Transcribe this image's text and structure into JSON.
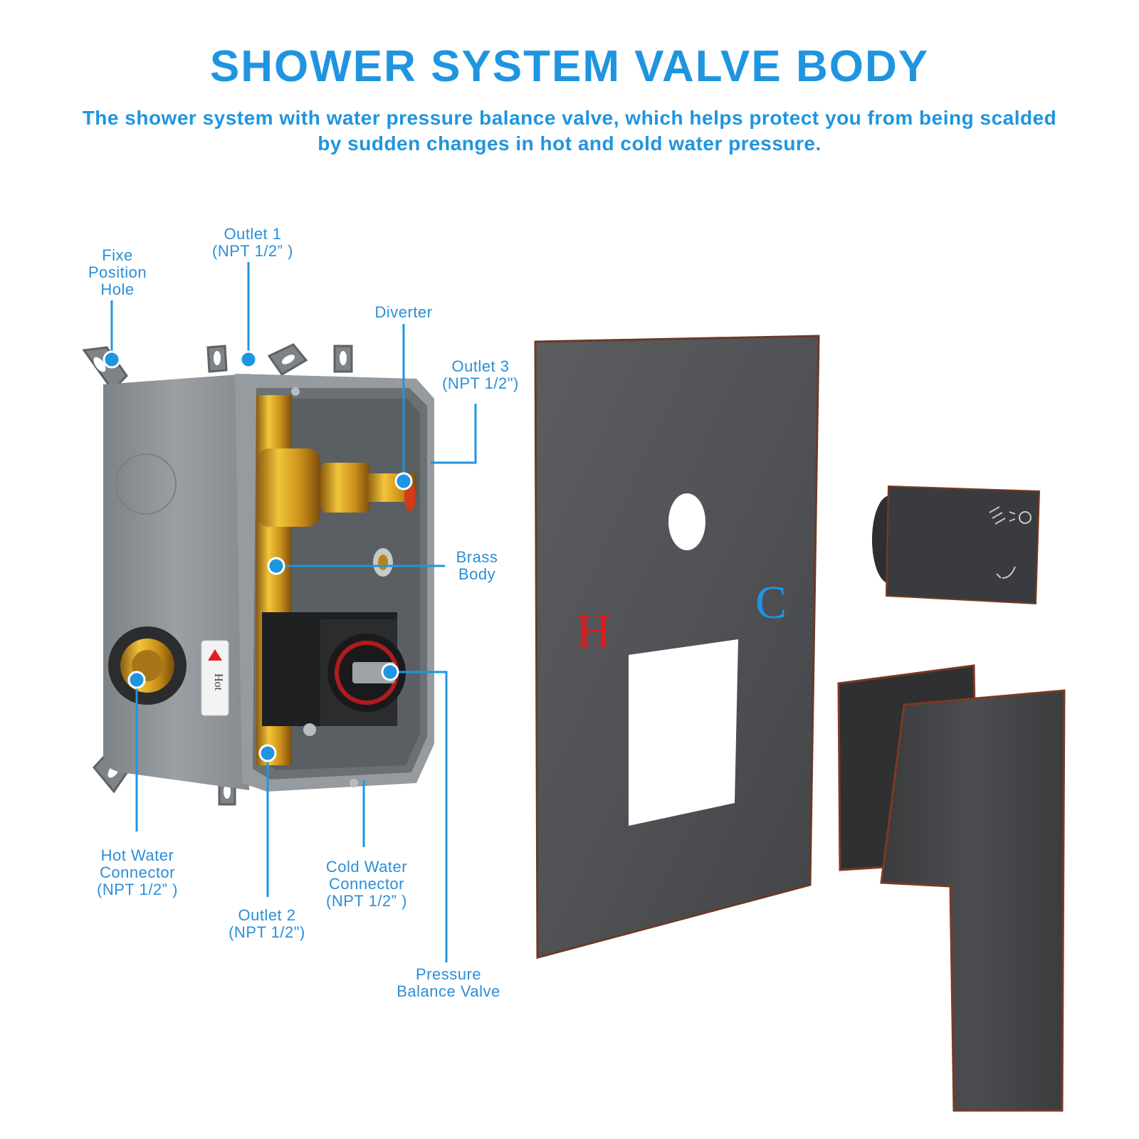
{
  "header": {
    "title": "SHOWER SYSTEM VALVE BODY",
    "subtitle": "The shower system with water pressure balance valve, which helps protect you from being scalded by sudden changes in hot and cold water pressure."
  },
  "callouts": {
    "fixe_position_hole": [
      "Fixe",
      "Position",
      "Hole"
    ],
    "outlet1": [
      "Outlet 1",
      "(NPT 1/2” )"
    ],
    "diverter": [
      "Diverter"
    ],
    "outlet3": [
      "Outlet 3",
      "(NPT 1/2\")"
    ],
    "brass_body": [
      "Brass",
      "Body"
    ],
    "hot_water_connector": [
      "Hot Water",
      "Connector",
      "(NPT 1/2” )"
    ],
    "cold_water_connector": [
      "Cold Water",
      "Connector",
      "(NPT 1/2” )"
    ],
    "outlet2": [
      "Outlet 2",
      "(NPT 1/2\")"
    ],
    "pressure_balance_valve": [
      "Pressure",
      "Balance Valve"
    ]
  },
  "plate_labels": {
    "hot": "H",
    "cold": "C"
  },
  "box_label": "Hot",
  "colors": {
    "accent": "#1f95e0",
    "callout_line": "#1f95e0",
    "hot_mark": "#e31b1b",
    "cold_mark": "#1f95e0",
    "housing": "#8d9296",
    "brass": "#d9a520",
    "trim": "#4a4c4f",
    "trim_edge": "#7a3a22"
  }
}
